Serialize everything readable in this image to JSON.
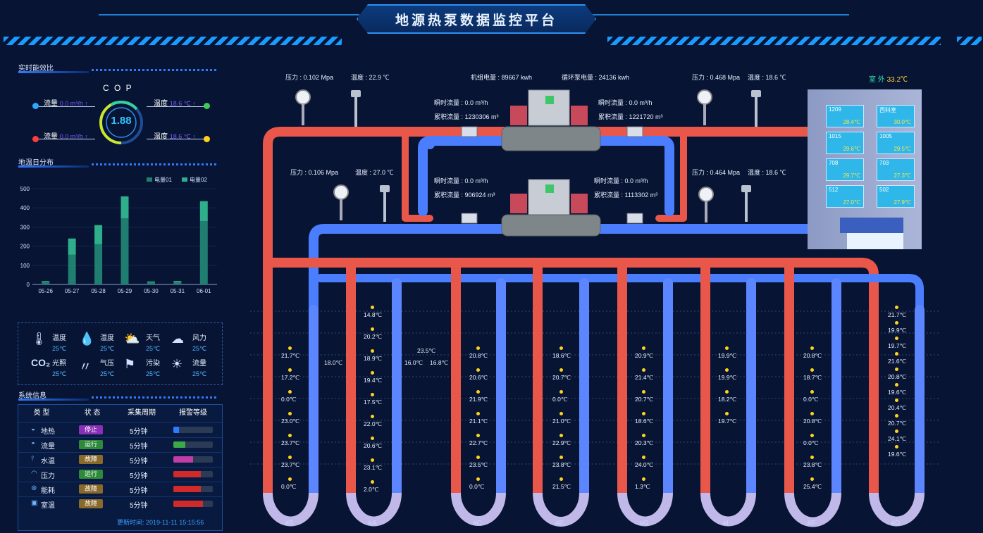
{
  "header": {
    "title": "地源热泵数据监控平台"
  },
  "sections": {
    "cop": "实时能效比",
    "ground": "地温日分布",
    "system": "系统信息"
  },
  "cop": {
    "title": "C O P",
    "value": "1.88",
    "rows": [
      {
        "label": "流量",
        "value": "0.0 m³/h ↑",
        "dot": "#2fa8ff"
      },
      {
        "label": "温度",
        "value": "18.6 ℃ ↑",
        "dot": "#3ccc55"
      },
      {
        "label": "流量",
        "value": "0.0 m³/h ↑",
        "dot": "#ff3b3b"
      },
      {
        "label": "温度",
        "value": "18.6 ℃ ↑",
        "dot": "#ffd21f"
      }
    ]
  },
  "chart_data": {
    "type": "bar",
    "categories": [
      "05-26",
      "05-27",
      "05-28",
      "05-29",
      "05-30",
      "05-31",
      "06-01"
    ],
    "series": [
      {
        "name": "电量01",
        "values": [
          15,
          155,
          210,
          345,
          12,
          12,
          330
        ]
      },
      {
        "name": "电量02",
        "values": [
          3,
          85,
          100,
          115,
          4,
          6,
          105
        ]
      }
    ],
    "ylim": [
      0,
      500
    ],
    "yticks": [
      "0",
      "100",
      "200",
      "300",
      "400",
      "500"
    ],
    "stacked": true,
    "colors": [
      "#1f7e6f",
      "#2fae8c"
    ],
    "legend_position": "top-right"
  },
  "weather": [
    {
      "icon": "thermometer-icon",
      "glyph": "🌡",
      "label": "温度",
      "value": "25℃"
    },
    {
      "icon": "humidity-icon",
      "glyph": "💧",
      "label": "湿度",
      "value": "25℃"
    },
    {
      "icon": "weather-icon",
      "glyph": "⛅",
      "label": "天气",
      "value": "25℃"
    },
    {
      "icon": "wind-icon",
      "glyph": "☁",
      "label": "风力",
      "value": "25℃"
    },
    {
      "icon": "co2-icon",
      "glyph": "CO₂",
      "label": "光照",
      "value": "25℃"
    },
    {
      "icon": "pressure-icon",
      "glyph": "〃",
      "label": "气压",
      "value": "25℃"
    },
    {
      "icon": "pollution-icon",
      "glyph": "⚑",
      "label": "污染",
      "value": "25℃"
    },
    {
      "icon": "sun-icon",
      "glyph": "☀",
      "label": "流量",
      "value": "25℃"
    }
  ],
  "system": {
    "headers": [
      "类 型",
      "状 态",
      "采集周期",
      "报警等级"
    ],
    "rows": [
      {
        "type": "地热",
        "status": "停止",
        "status_color": "#8a2fb8",
        "period": "5分钟",
        "alarm": 0.15,
        "alarm_color": "#2f7bff"
      },
      {
        "type": "流量",
        "status": "运行",
        "status_color": "#2e8a3a",
        "period": "5分钟",
        "alarm": 0.3,
        "alarm_color": "#3ba84a"
      },
      {
        "type": "水温",
        "status": "故障",
        "status_color": "#8a6a2a",
        "period": "5分钟",
        "alarm": 0.5,
        "alarm_color": "#c23ca8"
      },
      {
        "type": "压力",
        "status": "运行",
        "status_color": "#2e8a3a",
        "period": "5分钟",
        "alarm": 0.7,
        "alarm_color": "#d12a2a"
      },
      {
        "type": "能耗",
        "status": "故障",
        "status_color": "#8a6a2a",
        "period": "5分钟",
        "alarm": 0.7,
        "alarm_color": "#d12a2a"
      },
      {
        "type": "室温",
        "status": "故障",
        "status_color": "#8a6a2a",
        "period": "5分钟",
        "alarm": 0.75,
        "alarm_color": "#d12a2a"
      }
    ],
    "updated_label": "更新时间:",
    "updated": "2019-11-11 15:15:56"
  },
  "diagram": {
    "p1": "压力 : 0.102 Mpa",
    "t1": "温度 : 22.9 ℃",
    "unit_power": "机组电量 : 89667 kwh",
    "pump_power": "循环泵电量 : 24136 kwh",
    "p2": "压力 : 0.468 Mpa",
    "t2": "温度 : 18.6 ℃",
    "outdoor_label": "室 外",
    "outdoor_value": "33.2℃",
    "flow1": "瞬时流量 : 0.0 m³/h",
    "total1": "累积流量 : 1230306 m³",
    "flow2": "瞬时流量 : 0.0 m³/h",
    "total2": "累积流量 : 1221720 m³",
    "p3": "压力 : 0.106 Mpa",
    "t3": "温度 : 27.0 ℃",
    "flow3": "瞬时流量 : 0.0 m³/h",
    "total3": "累积流量 : 906924 m³",
    "flow4": "瞬时流量 : 0.0 m³/h",
    "total4": "累积流量 : 1113302 m³",
    "p4": "压力 : 0.464 Mpa",
    "t4": "温度 : 18.6 ℃"
  },
  "rooms": [
    {
      "name": "1209",
      "temp": "28.4℃"
    },
    {
      "name": "西科室",
      "temp": "30.0℃"
    },
    {
      "name": "1015",
      "temp": "29.6℃"
    },
    {
      "name": "1005",
      "temp": "29.5℃"
    },
    {
      "name": "708",
      "temp": "29.7℃"
    },
    {
      "name": "703",
      "temp": "27.3℃"
    },
    {
      "name": "512",
      "temp": "27.0℃"
    },
    {
      "name": "502",
      "temp": "27.9℃"
    }
  ],
  "wells": [
    {
      "id": "#B",
      "temps": [
        "21.7℃",
        "17.2℃",
        "0.0℃",
        "23.0℃",
        "23.7℃",
        "23.7℃",
        "0.0℃"
      ]
    },
    {
      "id": "#A",
      "temps": [
        "14.8℃",
        "20.2℃",
        "18.9℃",
        "19.4℃",
        "17.5℃",
        "22.0℃",
        "20.6℃",
        "23.1℃",
        "2.0℃"
      ]
    },
    {
      "id": "#C",
      "temps": [
        "20.8℃",
        "20.6℃",
        "21.9℃",
        "21.1℃",
        "22.7℃",
        "23.5℃",
        "0.0℃"
      ]
    },
    {
      "id": "#E",
      "temps": [
        "18.6℃",
        "20.7℃",
        "0.0℃",
        "21.0℃",
        "22.9℃",
        "23.8℃",
        "21.5℃"
      ]
    },
    {
      "id": "#G",
      "temps": [
        "20.9℃",
        "21.4℃",
        "20.7℃",
        "18.6℃",
        "20.3℃",
        "24.0℃",
        "1.3℃"
      ]
    },
    {
      "id": "#I",
      "temps": [
        "19.9℃",
        "19.9℃",
        "18.2℃",
        "19.7℃"
      ]
    },
    {
      "id": "#F",
      "temps": [
        "20.8℃",
        "18.7℃",
        "0.0℃",
        "20.8℃",
        "0.0℃",
        "23.8℃",
        "25.4℃"
      ]
    },
    {
      "id": "#D",
      "temps": [
        "21.7℃",
        "19.9℃",
        "19.7℃",
        "21.6℃",
        "20.8℃",
        "19.6℃",
        "20.4℃",
        "20.7℃",
        "24.1℃",
        "19.6℃"
      ]
    }
  ],
  "extra_temps": [
    "18.0℃",
    "23.5℃",
    "16.0℃",
    "16.8℃"
  ]
}
